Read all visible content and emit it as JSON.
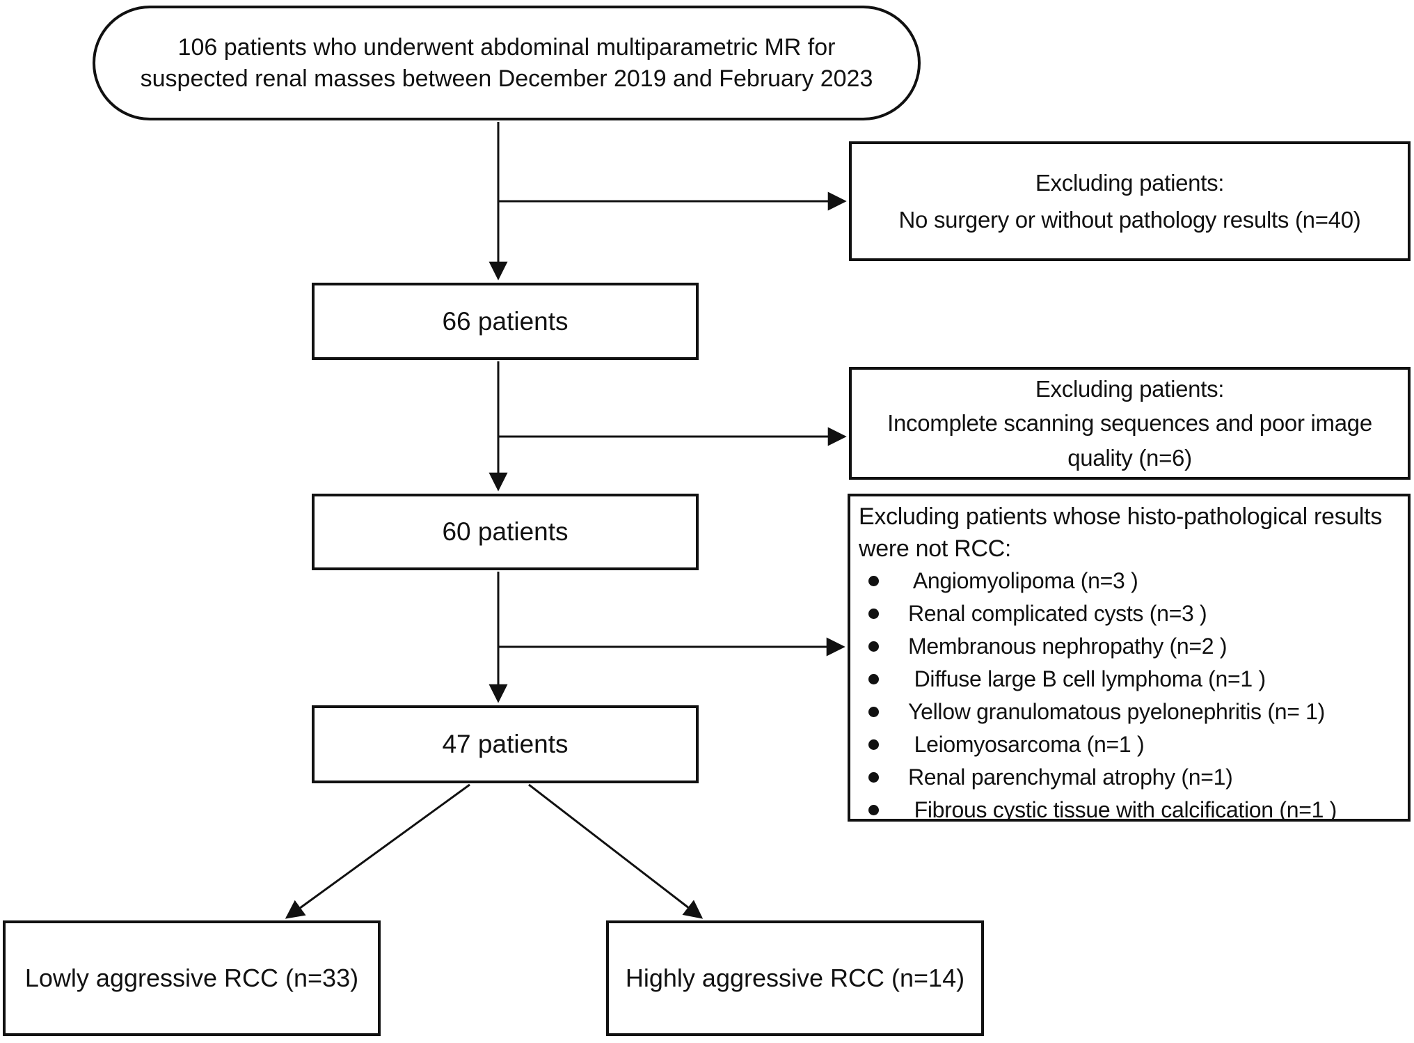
{
  "flowchart": {
    "start": {
      "line1": "106 patients who underwent abdominal multiparametric MR for",
      "line2": "suspected renal masses between December 2019 and February 2023"
    },
    "steps": [
      {
        "label": "66 patients"
      },
      {
        "label": "60 patients"
      },
      {
        "label": "47 patients"
      }
    ],
    "exclusions": [
      {
        "title": "Excluding patients:",
        "detail": "No surgery or without pathology results (n=40)"
      },
      {
        "title": "Excluding patients:",
        "detail": "Incomplete scanning sequences and poor image quality (n=6)"
      },
      {
        "title": "Excluding patients whose histo-pathological results were not RCC:",
        "items": [
          " Angiomyolipoma (n=3 )",
          "Renal complicated cysts (n=3 )",
          "Membranous nephropathy (n=2 )",
          " Diffuse large B cell lymphoma (n=1 )",
          "Yellow granulomatous pyelonephritis (n= 1)",
          " Leiomyosarcoma (n=1 )",
          "Renal parenchymal atrophy (n=1)",
          " Fibrous cystic tissue with calcification (n=1 )"
        ]
      }
    ],
    "outcomes": [
      {
        "label": "Lowly aggressive RCC (n=33)"
      },
      {
        "label": "Highly aggressive RCC (n=14)"
      }
    ],
    "colors": {
      "line": "#111111",
      "background": "#ffffff",
      "text": "#111111"
    }
  }
}
